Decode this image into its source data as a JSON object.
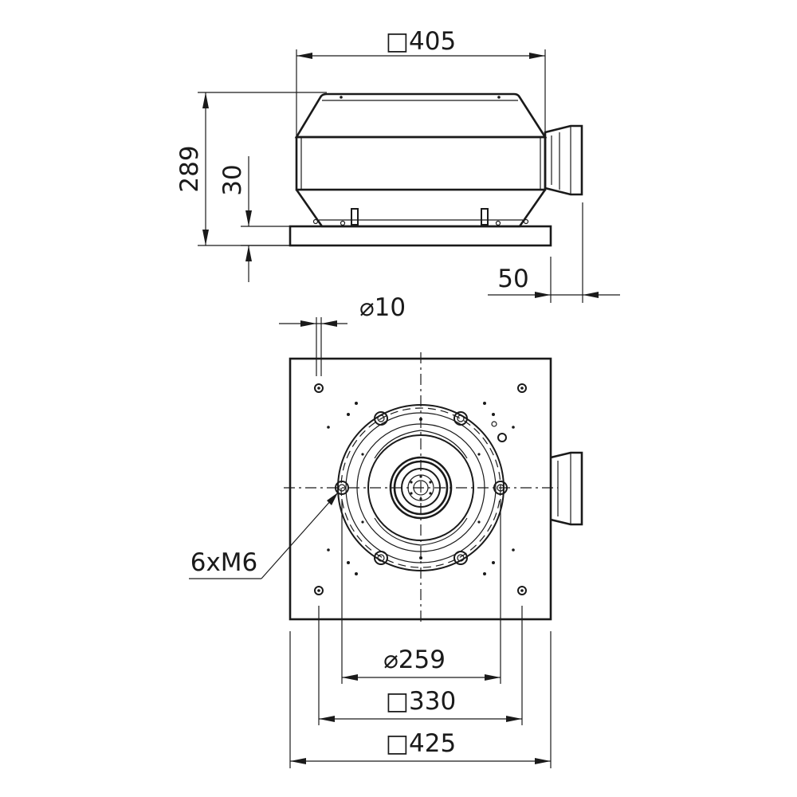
{
  "dimensions": {
    "top_width": "□405",
    "height_total": "289",
    "base_height": "30",
    "box_offset": "50",
    "hole_diameter": "⌀10",
    "screws": "6xM6",
    "bolt_circle": "⌀259",
    "hole_spacing": "□330",
    "plate_size": "□425"
  },
  "colors": {
    "line": "#1a1a1a",
    "background": "#ffffff"
  }
}
